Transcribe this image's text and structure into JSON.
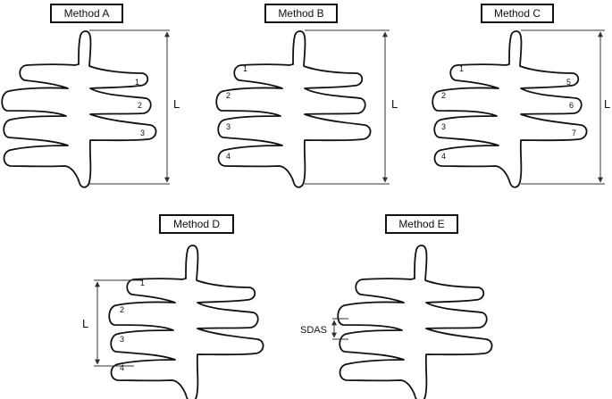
{
  "panels": [
    {
      "title": "Method A",
      "left_numbers": [],
      "right_numbers": [
        "1",
        "2",
        "3"
      ],
      "measure": "L"
    },
    {
      "title": "Method B",
      "left_numbers": [
        "1",
        "2",
        "3",
        "4"
      ],
      "right_numbers": [],
      "measure": "L"
    },
    {
      "title": "Method C",
      "left_numbers": [
        "1",
        "2",
        "3",
        "4"
      ],
      "right_numbers": [
        "5",
        "6",
        "7"
      ],
      "measure": "L"
    },
    {
      "title": "Method D",
      "left_numbers": [
        "1",
        "2",
        "3",
        "4"
      ],
      "right_numbers": [],
      "measure": "L"
    },
    {
      "title": "Method E",
      "left_numbers": [],
      "right_numbers": [],
      "measure": "SDAS"
    }
  ]
}
